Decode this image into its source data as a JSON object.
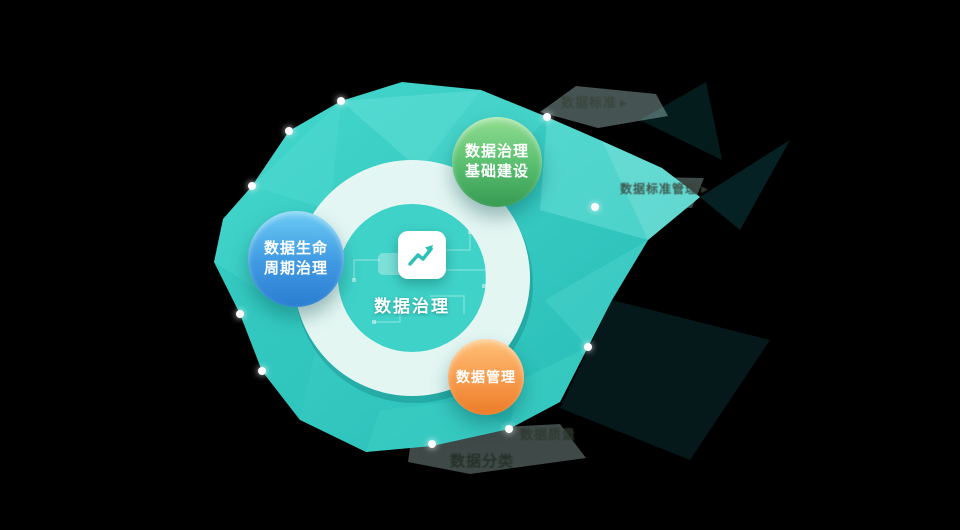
{
  "diagram": {
    "center": {
      "label": "数据治理",
      "icon": "line-chart-icon"
    },
    "nodes": {
      "infrastructure": {
        "line1": "数据治理",
        "line2": "基础建设",
        "color": "#4aad60"
      },
      "lifecycle": {
        "line1": "数据生命",
        "line2": "周期治理",
        "color": "#2f86d8"
      },
      "management": {
        "line1": "数据管理",
        "color": "#f08a33"
      }
    },
    "faded_labels": {
      "top": {
        "text": "数据标准",
        "arrow": "▶"
      },
      "right": {
        "text": "数据标准管理",
        "arrow": "▶"
      },
      "bottom_right": {
        "text": "数据质量"
      },
      "bottom_left": {
        "text": "数据分类"
      }
    },
    "colors": {
      "blob": "#2fc9c0",
      "ring": "#e9f8f5",
      "background": "#000000"
    }
  }
}
